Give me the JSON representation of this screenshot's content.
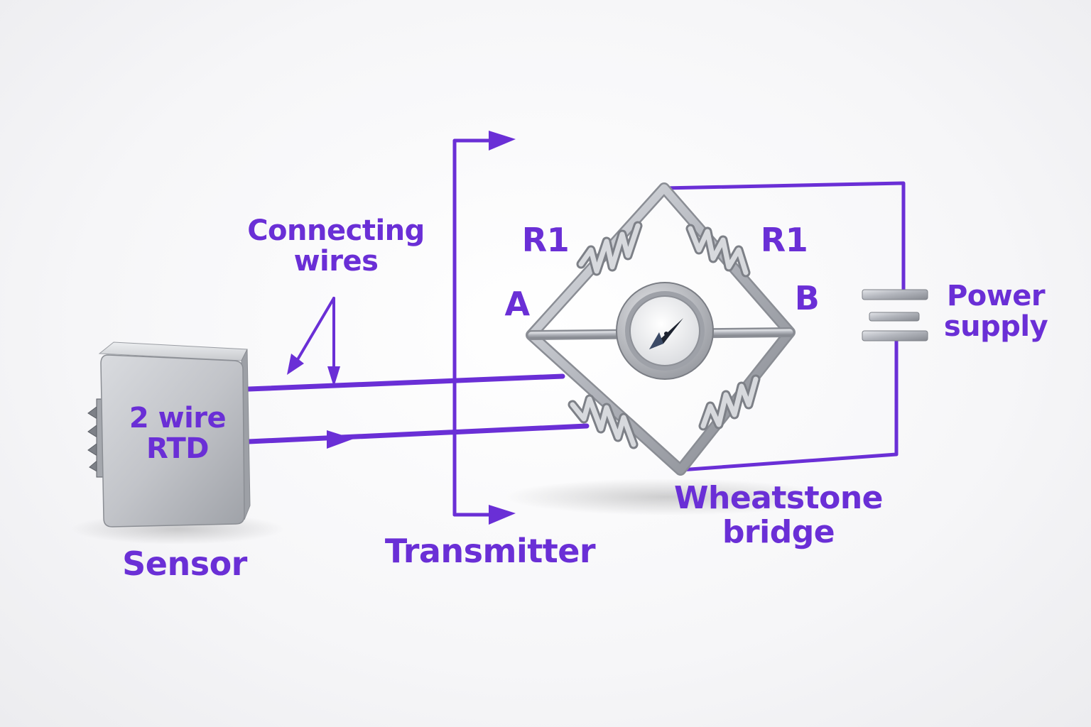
{
  "labels": {
    "connecting_wires": [
      "Connecting",
      "wires"
    ],
    "sensor_box": [
      "2 wire",
      "RTD"
    ],
    "sensor": "Sensor",
    "transmitter": "Transmitter",
    "r1_left": "R1",
    "r1_right": "R1",
    "node_a": "A",
    "node_b": "B",
    "power_supply": [
      "Power",
      "supply"
    ],
    "wheatstone_bridge": [
      "Wheatstone",
      "bridge"
    ]
  },
  "colors": {
    "wire": "#6a2fd6",
    "label": "#6a2fd6",
    "metal": "#b9bcc2",
    "metal_dark": "#7d8087",
    "needle": "#1d2330"
  }
}
